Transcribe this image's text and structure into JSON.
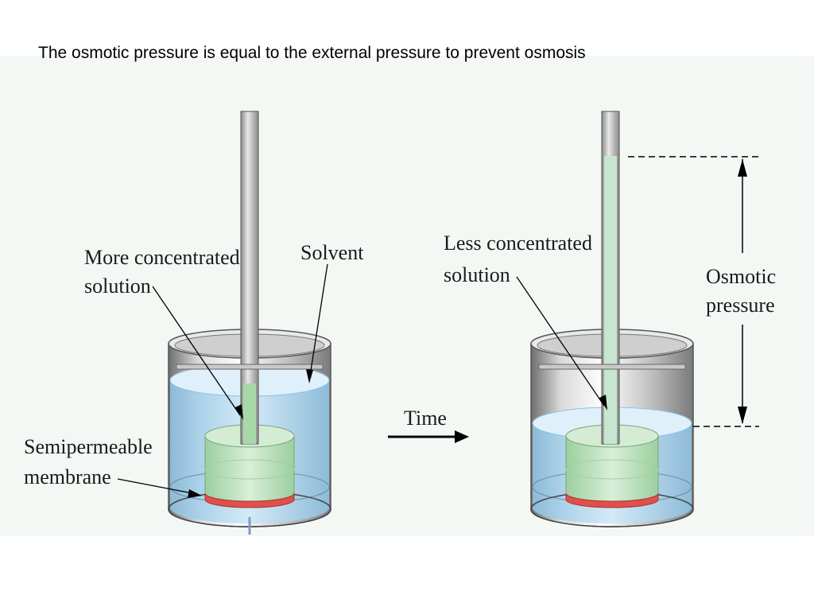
{
  "title": "The osmotic pressure is equal to the external pressure to prevent osmosis",
  "labels": {
    "more_concentrated_line1": "More concentrated",
    "more_concentrated_line2": "solution",
    "solvent": "Solvent",
    "semipermeable_line1": "Semipermeable",
    "semipermeable_line2": "membrane",
    "time": "Time",
    "less_concentrated_line1": "Less concentrated",
    "less_concentrated_line2": "solution",
    "osmotic_line1": "Osmotic",
    "osmotic_line2": "pressure"
  },
  "colors": {
    "solvent_blue": "#a9d3ec",
    "solution_green": "#bfe3c0",
    "membrane_red": "#e0504a",
    "steel": "#b8b8b8",
    "panel_bg": "#f4f8f4"
  }
}
